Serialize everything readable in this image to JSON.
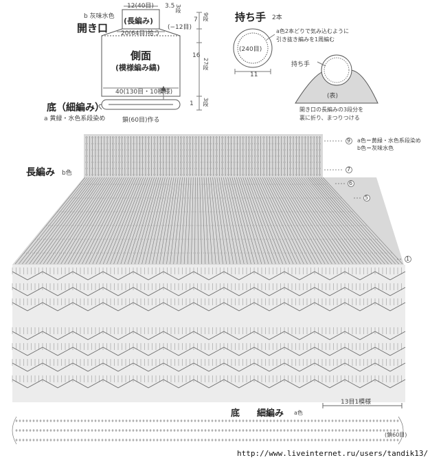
{
  "overview": {
    "b_color_note": "b 灰味水色",
    "top_width": "12(40目)",
    "band_label": "(長編み)",
    "top_height": "3.5",
    "top_rows": "3段",
    "opening_label": "開き口",
    "decrease": "(−12目)",
    "neck_width": "20(64目)拾う",
    "side_title": "側面",
    "side_sub": "(模様編み縞)",
    "side_h1": "7",
    "side_r1": "9段",
    "side_h2": "16",
    "side_r2": "27段",
    "bottom_width": "40(130目・10模様)",
    "bottom_title": "底（細編み）",
    "a_color_note": "a 黄緑・水色系段染め",
    "bottom_h": "1",
    "bottom_r": "3段",
    "chain_note": "鎖(60目)作る"
  },
  "handle": {
    "title": "持ち手",
    "count": "2本",
    "ring_label": "(240目)",
    "ring_note_1": "a色2本どりで気み込むように",
    "ring_note_2": "引き抜き編みを1周編む",
    "diameter": "11",
    "callout": "持ち手",
    "bag_label": "(表)",
    "attach_note_1": "開き口の長編みの3段分を",
    "attach_note_2": "裏に折り、まつりつける"
  },
  "chart": {
    "long_label": "長編み",
    "long_color": "b色",
    "legend_a": "a色＝黄緑・水色系段染め",
    "legend_b": "b色＝灰味水色",
    "row_marks": [
      "9",
      "7",
      "6",
      "5",
      "1"
    ],
    "repeat_note": "13目1模様",
    "bottom_label": "底",
    "bottom_stitch": "細編み",
    "bottom_color": "a色",
    "start_note": "(鎖60目)"
  },
  "footer": {
    "url": "http://www.liveinternet.ru/users/tandik13/"
  },
  "colors": {
    "line": "#555555",
    "shade": "#d9d9d9"
  }
}
